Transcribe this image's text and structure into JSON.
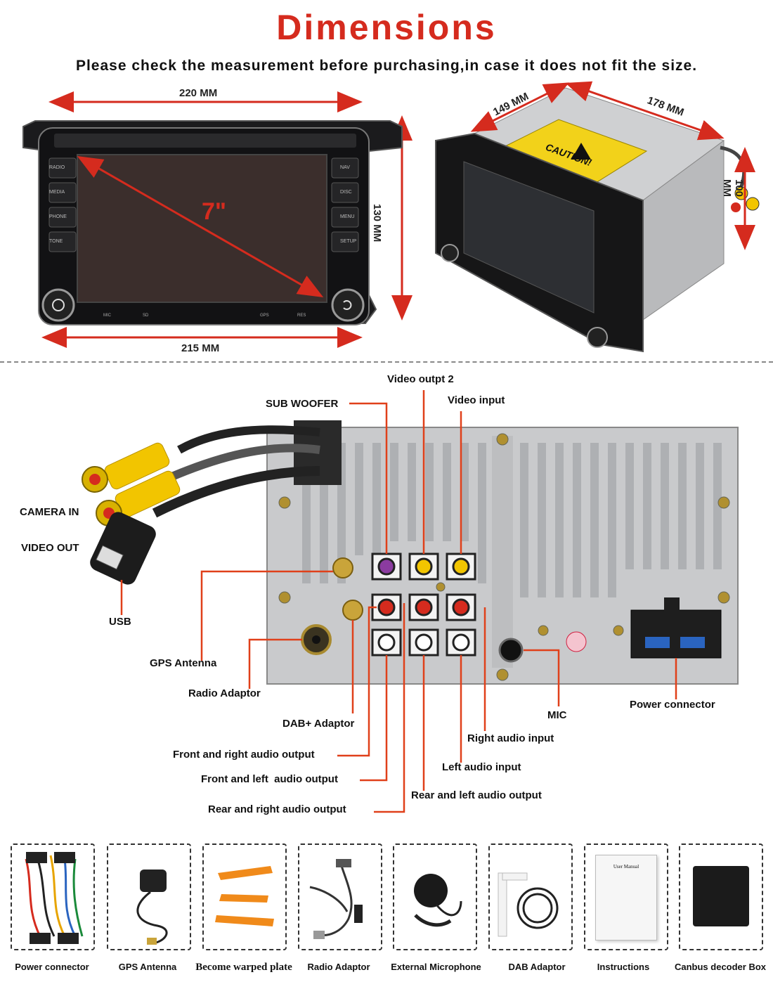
{
  "header": {
    "title": "Dimensions",
    "subtitle": "Please check the measurement before purchasing,in case it does not fit the size."
  },
  "front_view": {
    "width_top": "220 MM",
    "width_bottom": "215 MM",
    "height": "130 MM",
    "screen_size": "7\"",
    "left_buttons": [
      "RADIO",
      "MEDIA",
      "PHONE",
      "TONE"
    ],
    "right_buttons": [
      "NAV",
      "DISC",
      "MENU",
      "SETUP"
    ],
    "bottom_labels": [
      "MIC",
      "SD",
      "GPS",
      "RES"
    ]
  },
  "side_view": {
    "depth": "149 MM",
    "length": "178 MM",
    "height": "100 MM",
    "caution_text": "CAUTION!"
  },
  "ports": {
    "video_output_2": "Video outpt 2",
    "video_input": "Video input",
    "sub_woofer": "SUB WOOFER",
    "camera_in": "CAMERA IN",
    "video_out": "VIDEO OUT",
    "usb": "USB",
    "gps_antenna": "GPS Antenna",
    "radio_adaptor": "Radio Adaptor",
    "dab_adaptor": "DAB+ Adaptor",
    "front_right_audio": "Front and right audio output",
    "front_left_audio": "Front and left  audio output",
    "rear_right_audio": "Rear and right audio output",
    "mic": "MIC",
    "power_connector": "Power connector",
    "right_audio_input": "Right audio input",
    "left_audio_input": "Left audio input",
    "rear_left_audio": "Rear and left audio output"
  },
  "accessories": [
    {
      "label": "Power connector"
    },
    {
      "label": "GPS Antenna"
    },
    {
      "label": "Become warped plate"
    },
    {
      "label": "Radio Adaptor"
    },
    {
      "label": "External Microphone"
    },
    {
      "label": "DAB Adaptor"
    },
    {
      "label": "Instructions"
    },
    {
      "label": "Canbus decoder Box"
    }
  ],
  "manual_title": "User Manual",
  "colors": {
    "accent": "#d52b1e",
    "leader": "#e0401a",
    "yellow": "#f2c500"
  }
}
